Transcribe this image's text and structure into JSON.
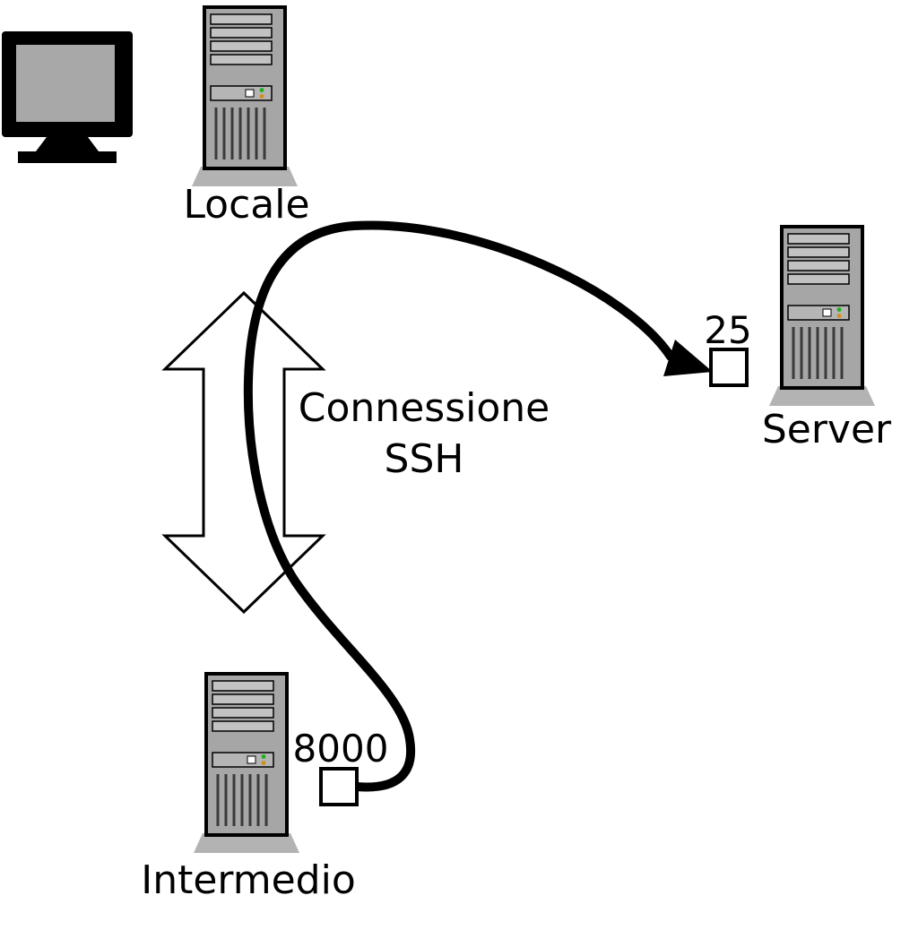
{
  "diagram": {
    "nodes": {
      "locale": {
        "label": "Locale"
      },
      "server": {
        "label": "Server",
        "port_label": "25"
      },
      "intermedio": {
        "label": "Intermedio",
        "port_label": "8000"
      }
    },
    "ssh_arrow": {
      "line1": "Connessione",
      "line2": "SSH"
    },
    "icons": {
      "monitor": "monitor-icon",
      "tower": "computer-tower-icon",
      "port_box": "port-socket-box",
      "tunnel_curve": "tunnel-connection-arrow",
      "double_arrow": "ssh-bidirectional-arrow"
    },
    "colors": {
      "background": "#ffffff",
      "line": "#000000",
      "tower_body": "#a6a6a6",
      "tower_base": "#b3b3b3",
      "tower_slat": "#c2c2c2",
      "drive_panel": "#b5b5b5",
      "screen": "#a8a8a8",
      "led_green": "#1faf1f",
      "led_amber": "#cf8f1f",
      "port_box_fill": "#ffffff",
      "arrow_fill": "#ffffff"
    }
  }
}
